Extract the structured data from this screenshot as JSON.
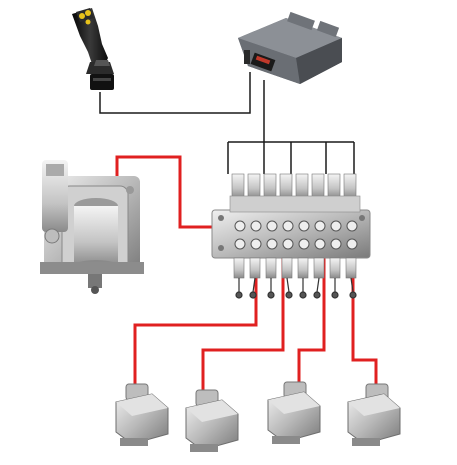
{
  "diagram": {
    "components": [
      {
        "id": "joystick",
        "kind": "joystick-icon"
      },
      {
        "id": "controller",
        "kind": "ecu-icon"
      },
      {
        "id": "pump",
        "kind": "hydraulic-pump-icon"
      },
      {
        "id": "valve_bank",
        "kind": "valve-bank-icon",
        "sections": 8
      },
      {
        "id": "motor_1",
        "kind": "hydraulic-motor-icon"
      },
      {
        "id": "motor_2",
        "kind": "hydraulic-motor-icon"
      },
      {
        "id": "motor_3",
        "kind": "hydraulic-motor-icon"
      },
      {
        "id": "motor_4",
        "kind": "hydraulic-motor-icon"
      }
    ],
    "connections": [
      {
        "from": "joystick",
        "to": "controller",
        "type": "signal"
      },
      {
        "from": "controller",
        "to": "valve_bank",
        "type": "signal"
      },
      {
        "from": "pump",
        "to": "valve_bank",
        "type": "hydraulic"
      },
      {
        "from": "valve_bank",
        "to": "motor_1",
        "type": "hydraulic"
      },
      {
        "from": "valve_bank",
        "to": "motor_2",
        "type": "hydraulic"
      },
      {
        "from": "valve_bank",
        "to": "motor_3",
        "type": "hydraulic"
      },
      {
        "from": "valve_bank",
        "to": "motor_4",
        "type": "hydraulic"
      }
    ],
    "colors": {
      "signal_line": "#1a1a1a",
      "hydraulic_line": "#e02020",
      "metal_light": "#d9d9d9",
      "metal_mid": "#a8a8a8",
      "metal_dark": "#6e6e6e",
      "controller_body": "#5d6168",
      "joystick_body": "#1e1e1e",
      "joystick_buttons": "#e8c21a"
    }
  }
}
